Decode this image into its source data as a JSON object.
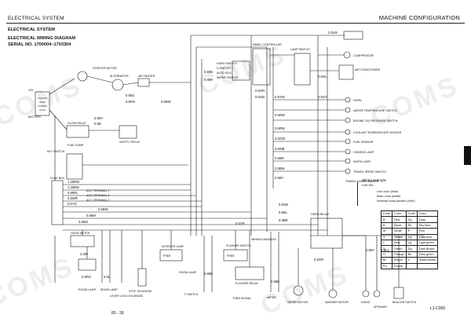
{
  "header": {
    "left": "ELECTRICAL SYSTEM",
    "right": "MACHINE CONFIGURATION"
  },
  "section": "ELECTRICAL SYSTEM",
  "diagram_title": "ELECTRICAL WIRING DIAGRAM",
  "serial": "SERIAL NO. 1700004~1703304",
  "page_number": "83 - 39",
  "diagram_code": "L1-C900",
  "watermark": "COMS",
  "wiring_example": {
    "title": "Wiring example",
    "spec": "0.85 W/L",
    "line_color": "Line color (blue)",
    "base_color": "Base color (white)",
    "section": "Nominal cross-section (mm²)"
  },
  "color_code_table": {
    "headers": [
      "Code",
      "Color",
      "Code",
      "Color"
    ],
    "rows": [
      [
        "R",
        "Red",
        "Gy",
        "Gray"
      ],
      [
        "B",
        "Black",
        "Sb",
        "Sky blue"
      ],
      [
        "W",
        "White",
        "P",
        "Pink"
      ],
      [
        "Y",
        "Yellow",
        "Lg",
        "Light blue"
      ],
      [
        "L",
        "Blue",
        "Lg",
        "Light green"
      ],
      [
        "G",
        "Green",
        "Dg",
        "Dark Brown"
      ],
      [
        "O",
        "Orange",
        "Bb",
        "Dark green"
      ],
      [
        "Br",
        "Brown",
        "V",
        "Violet Brown"
      ],
      [
        "Pu",
        "Purple",
        "",
        ""
      ]
    ]
  },
  "components": {
    "battery": "BATTERY",
    "battery_v": "12V",
    "starter_motor": "STARTER MOTOR",
    "alternator": "ALTERNATOR",
    "air_heater": "AIR HEATER",
    "glow_relay": "GLOW RELAY",
    "fuel_pump": "FUEL PUMP",
    "safety_relay": "SAFETY RELAY",
    "key_switch": "KEY SWITCH",
    "fuse_box": "FUSE BOX",
    "acc_terminal_1": "ACC TERMINAL 1",
    "acc_terminal_2": "ACC TERMINAL 2",
    "acc_terminal_3": "ACC TERMINAL 3",
    "hour_meter": "HOUR METER",
    "panel_controller": "PANEL CONTROLLER",
    "lamp_switch": "LAMP SWITCH",
    "horn_switch": "HORN SWITCH",
    "n_switch": "N SWITCH",
    "auto_idle": "AUTO IDLE",
    "wiper_switch": "WIPER SWITCH",
    "compressor": "COMPRESSOR",
    "air_conditioner": "AIR CONDITIONER",
    "horn": "HORN",
    "water_temp_switch": "WATER TEMPERATURE SWITCH",
    "engine_oil_pressure": "ENGINE OIL PRESSURE SWITCH",
    "coolant_temp_sensor": "COOLANT TEMPERATURE SENSOR",
    "fuel_sensor": "FUEL SENSOR",
    "charge_lamp": "CHARGE LAMP",
    "work_lamp": "WORK LAMP",
    "travel_speed_switch": "TRAVEL SPEED SWITCH",
    "travel_alarm": "TRAVEL ALARM BUZZER",
    "flasher_switch": "FLASHER SWITCH",
    "flasher_relay": "FLASHER RELAY",
    "turn_signal": "TURN SIGNAL",
    "wiper_motor": "WIPER MOTOR",
    "washer_motor": "WASHER MOTOR",
    "room_lamp": "ROOM LAMP",
    "interior_lamp": "INTERIOR LAMP",
    "beacon_switch": "BEACON SWITCH",
    "radio": "RADIO",
    "speaker": "SPEAKER",
    "stop_solenoid": "STOP SOLENOID",
    "f_switch": "F SWITCH",
    "wiring_harness": "WIRING HARNESS",
    "room_lamp_2": "ROOM LAMP",
    "boom_lamp": "BOOM LAMP",
    "wiper_stop": "WIPER",
    "horn_relay": "HORN RELAY",
    "free": "FREE",
    "free_2": "FREE",
    "lever_lock": "LEVER LOCK SOLENOID"
  },
  "wire_labels": {
    "w1": "2.0LW",
    "w2": "0.85B",
    "w3": "0.85R",
    "w4": "0.85G",
    "w5": "0.5RG",
    "w6": "0.5BW",
    "w7": "0.5BY",
    "w8": "0.5B",
    "w9": "0.5GR",
    "w10": "0.5GB",
    "w11": "0.5YW",
    "w12": "0.5RW",
    "w13": "1.25RW",
    "w14": "1.25BW",
    "w15": "0.85RL",
    "w16": "0.5WR",
    "w17": "0.5YG",
    "w18": "0.5RW",
    "w19": "0.5GW",
    "w20": "0.5WB",
    "w21": "0.5BR",
    "w22": "0.5BW",
    "w23": "0.5BY",
    "w24": "0.5GY",
    "w25": "0.5GL",
    "w26": "0.5BW",
    "w27": "0.85W",
    "w28": "0.85W",
    "w29": "2.0W",
    "w30": "0.5RG",
    "w31": "0.5L",
    "w32": "0.5YR",
    "w33": "0.5GB",
    "w34": "0.5BL",
    "w35": "0.5BR",
    "w36": "0.5GR",
    "w37": "0.85B",
    "w38": "0.85B",
    "w39": "0.5BY",
    "w40": "0.5LY"
  }
}
